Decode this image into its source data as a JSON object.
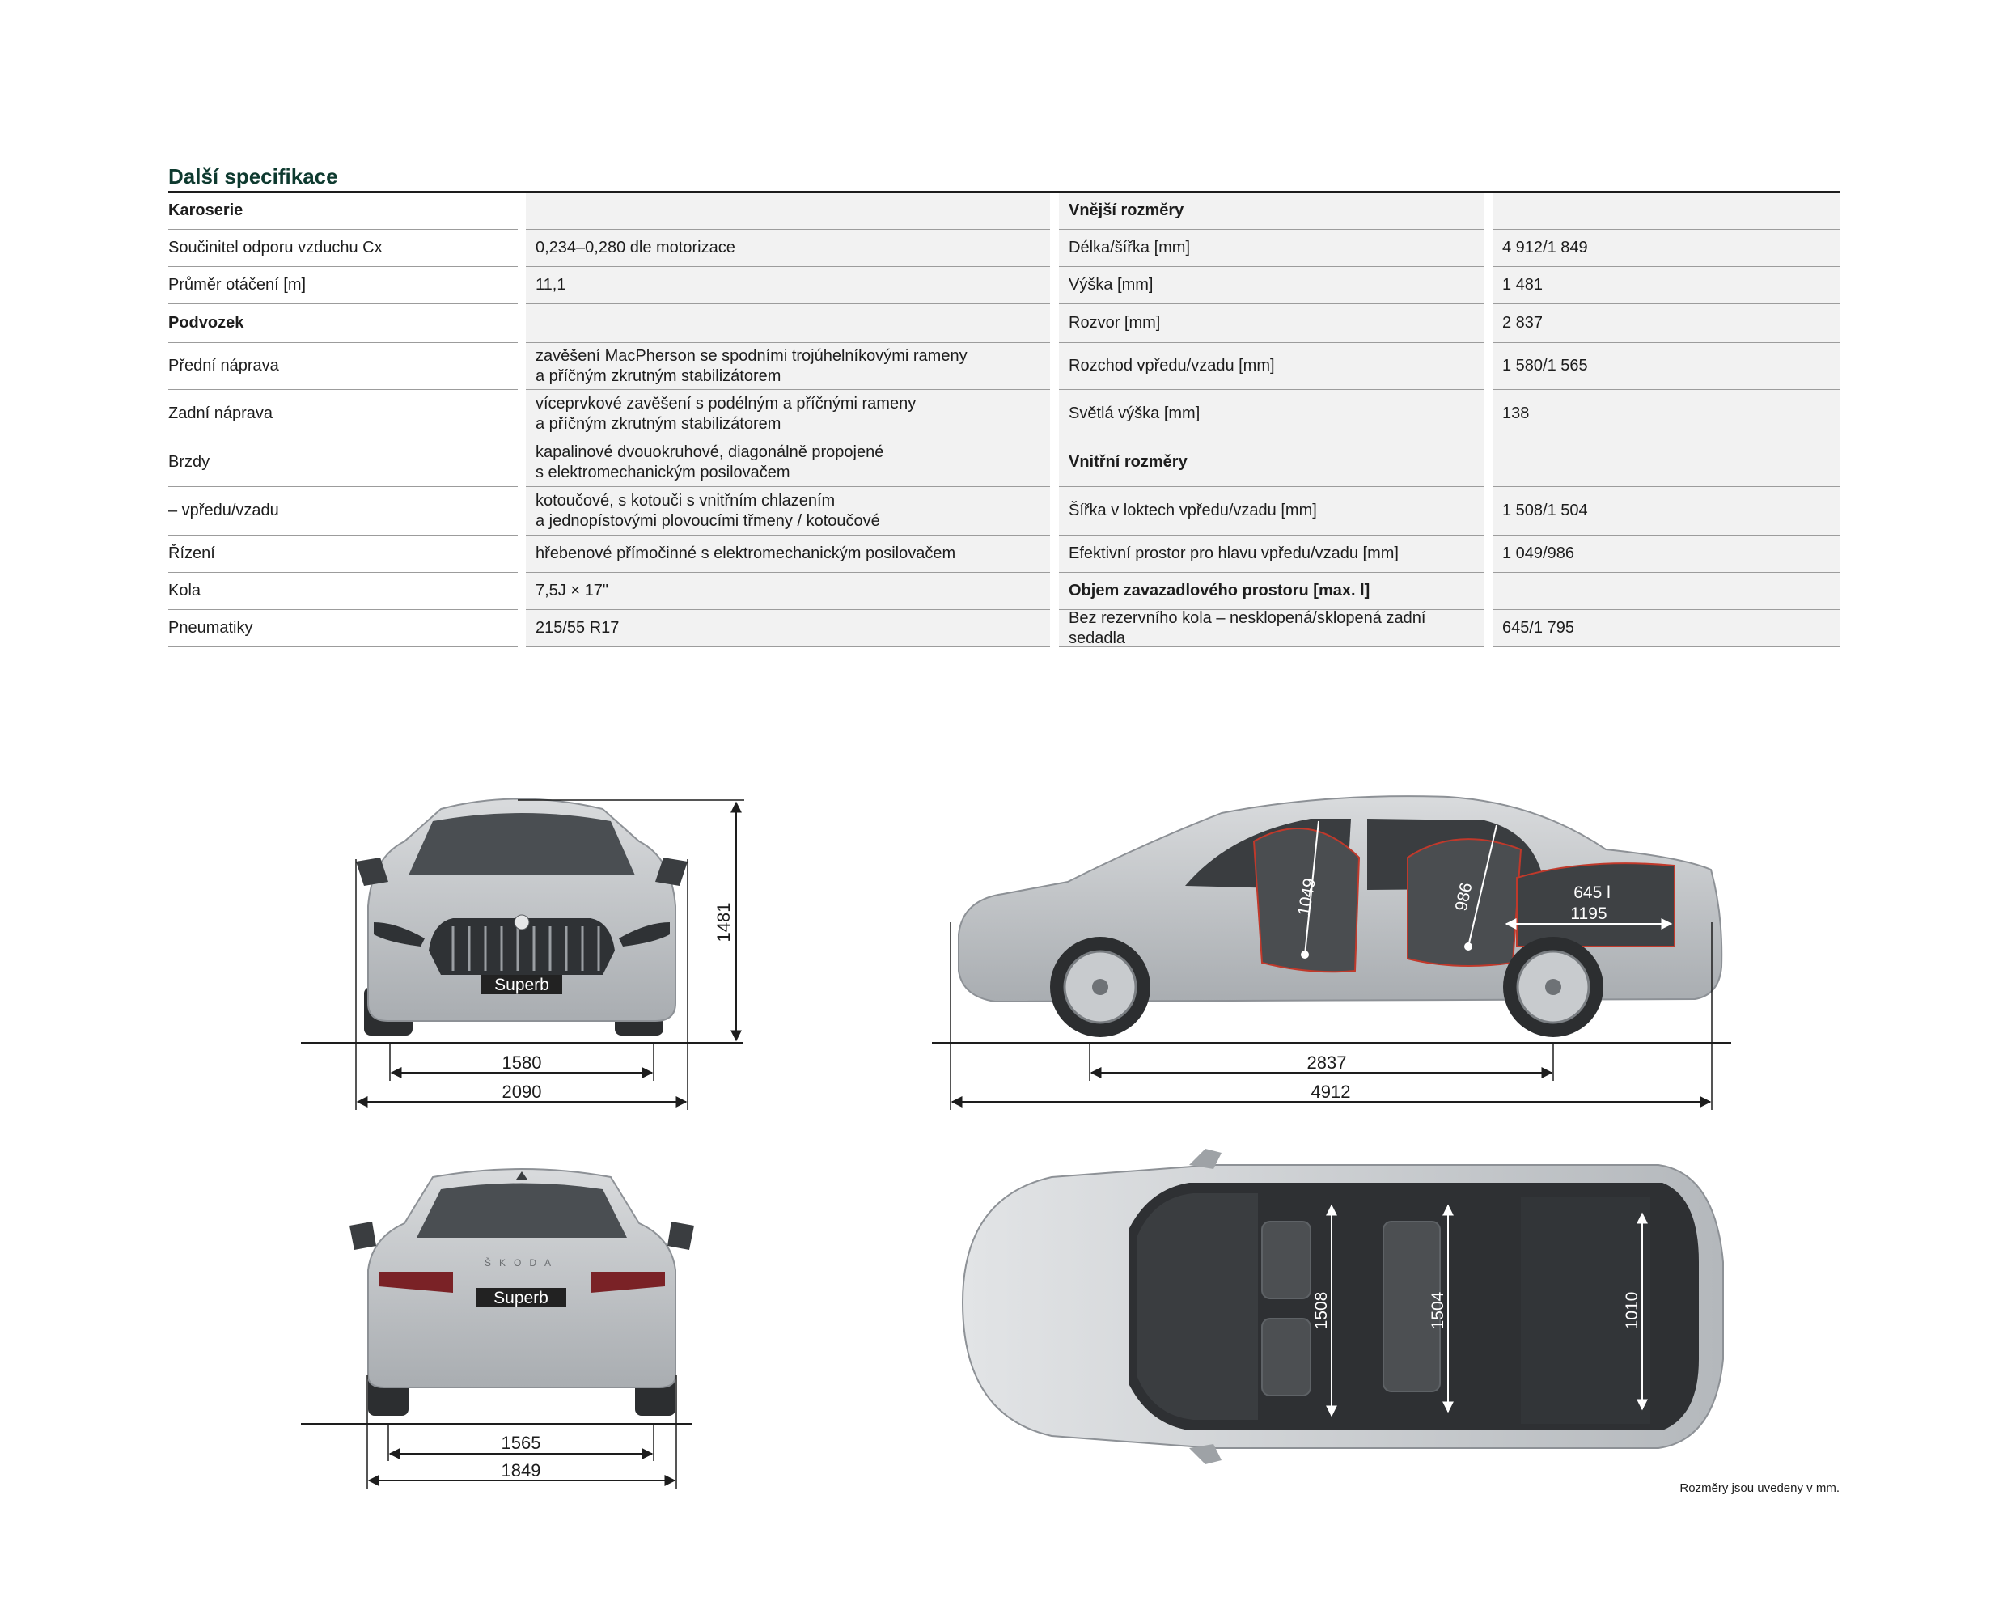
{
  "heading": "Další specifikace",
  "left_table": {
    "rows": [
      {
        "label": "Karoserie",
        "value": "",
        "header": true
      },
      {
        "label": "Součinitel odporu vzduchu C",
        "label_sub": "x",
        "value": "0,234–0,280 dle motorizace"
      },
      {
        "label": "Průměr otáčení [m]",
        "value": "11,1"
      },
      {
        "label": "Podvozek",
        "value": "",
        "header": true
      },
      {
        "label": "Přední náprava",
        "value": "zavěšení MacPherson se spodními trojúhelníkovými rameny\na příčným zkrutným stabilizátorem"
      },
      {
        "label": "Zadní náprava",
        "value": "víceprvkové zavěšení s podélným a příčnými rameny\na příčným zkrutným stabilizátorem"
      },
      {
        "label": "Brzdy",
        "value": "kapalinové dvouokruhové, diagonálně propojené\ns elektromechanickým posilovačem"
      },
      {
        "label": "– vpředu/vzadu",
        "value": "kotoučové, s kotouči s vnitřním chlazením\na jednopístovými plovoucími třmeny / kotoučové"
      },
      {
        "label": "Řízení",
        "value": "hřebenové přímočinné s elektromechanickým posilovačem"
      },
      {
        "label": "Kola",
        "value": "7,5J × 17\""
      },
      {
        "label": "Pneumatiky",
        "value": "215/55 R17"
      }
    ]
  },
  "right_table": {
    "rows": [
      {
        "label": "Vnější rozměry",
        "value": "",
        "header": true
      },
      {
        "label": "Délka/šířka [mm]",
        "value": "4 912/1 849"
      },
      {
        "label": "Výška [mm]",
        "value": "1 481"
      },
      {
        "label": "Rozvor [mm]",
        "value": "2 837"
      },
      {
        "label": "Rozchod vpředu/vzadu [mm]",
        "value": "1 580/1 565"
      },
      {
        "label": "Světlá výška [mm]",
        "value": "138"
      },
      {
        "label": "Vnitřní rozměry",
        "value": "",
        "header": true
      },
      {
        "label": "Šířka v loktech vpředu/vzadu [mm]",
        "value": "1 508/1 504"
      },
      {
        "label": "Efektivní prostor pro hlavu vpředu/vzadu [mm]",
        "value": "1 049/986"
      },
      {
        "label": "Objem zavazadlového prostoru [max. l]",
        "value": "",
        "header": true
      },
      {
        "label": "Bez rezervního kola – nesklopená/sklopená zadní sedadla",
        "value": "645/1 795"
      }
    ]
  },
  "diagrams": {
    "front": {
      "height": "1481",
      "track": "1580",
      "width_mirrors": "2090",
      "badge": "Superb"
    },
    "rear": {
      "track": "1565",
      "width": "1849",
      "badge": "Superb",
      "brand_letters": "ŠKODA"
    },
    "side": {
      "wheelbase": "2837",
      "length": "4912",
      "head_front": "1049",
      "head_rear": "986",
      "boot_volume": "645 l",
      "boot_length": "1195"
    },
    "top": {
      "elbow_front": "1508",
      "elbow_rear": "1504",
      "boot_width": "1010"
    }
  },
  "colors": {
    "heading": "#0e3a2f",
    "car_body": "#b9bcbf",
    "car_dark": "#3a3d40",
    "seat_outline": "#c0392b"
  },
  "footnote": "Rozměry jsou uvedeny v mm."
}
